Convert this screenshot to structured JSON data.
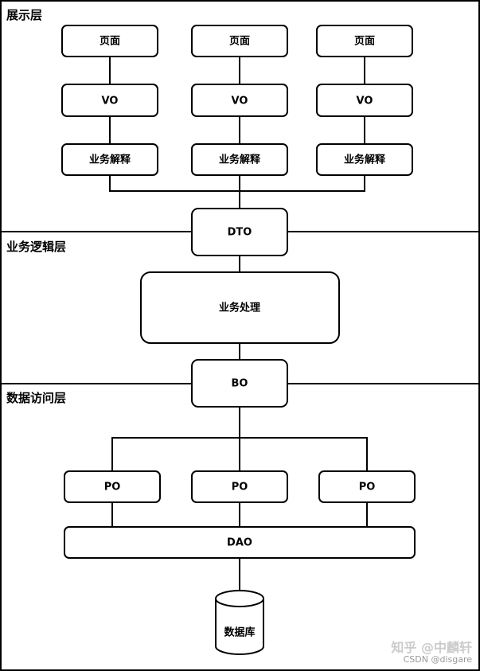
{
  "layers": {
    "presentation": "展示层",
    "business": "业务逻辑层",
    "data_access": "数据访问层"
  },
  "nodes": {
    "page": "页面",
    "vo": "VO",
    "business_interpret": "业务解释",
    "dto": "DTO",
    "business_process": "业务处理",
    "bo": "BO",
    "po": "PO",
    "dao": "DAO",
    "database": "数据库"
  },
  "watermark": {
    "main": "知乎 @中麟轩",
    "sub": "CSDN @disgare"
  }
}
